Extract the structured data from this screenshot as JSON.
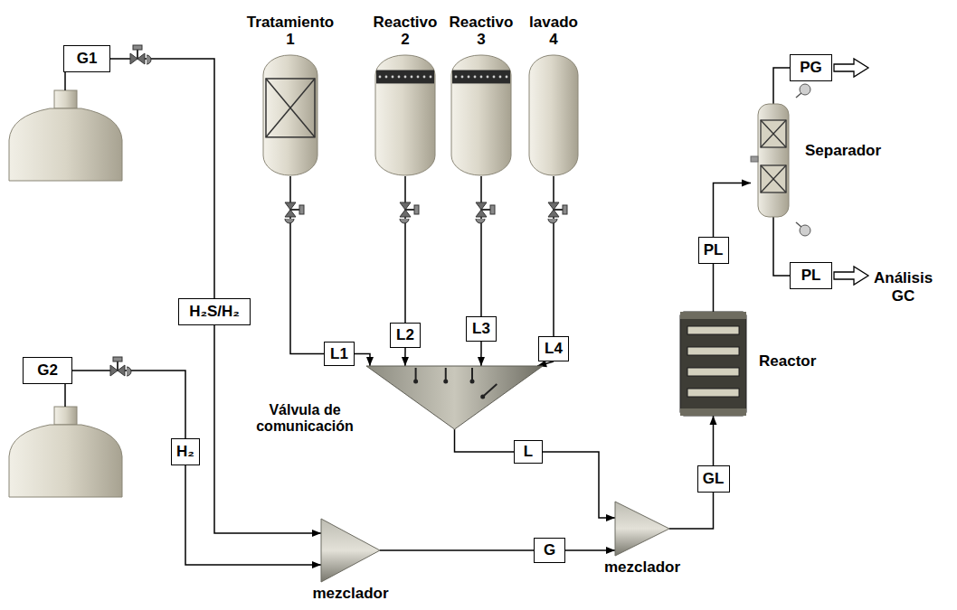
{
  "diagram": {
    "nodes": [
      {
        "text": [
          "Tratamiento 1"
        ]
      },
      {
        "text": [
          "Reactivo 2"
        ]
      },
      {
        "text": [
          "Reactivo 3"
        ]
      },
      {
        "text": [
          "lavado 4"
        ]
      },
      {
        "text": [
          "G1"
        ]
      },
      {
        "text": [
          "PG"
        ]
      },
      {
        "text": [
          "Separador"
        ]
      },
      {
        "text": [
          "PL"
        ]
      },
      {
        "text": [
          "PL"
        ]
      },
      {
        "text": [
          "Reactor"
        ]
      },
      {
        "text": [
          "G2"
        ]
      },
      {
        "text": [
          "H₂S/H₂"
        ]
      },
      {
        "text": [
          "L1"
        ]
      },
      {
        "text": [
          "L2"
        ]
      },
      {
        "text": [
          "L3"
        ]
      },
      {
        "text": [
          "L4"
        ]
      },
      {
        "text": [
          "Válvula de comunicación"
        ]
      },
      {
        "text": [
          "L"
        ]
      },
      {
        "text": [
          "GL"
        ]
      },
      {
        "text": [
          "G"
        ]
      },
      {
        "text": [
          "mezclador"
        ]
      },
      {
        "text": [
          "mezclador"
        ]
      },
      {
        "text": [
          "H₂"
        ]
      }
    ],
    "edges": [
      {
        "from": 4,
        "to": 11,
        "arrow": "none"
      },
      {
        "from": 11,
        "to": 20,
        "arrow": "to"
      },
      {
        "from": 10,
        "to": 22,
        "arrow": "none"
      },
      {
        "from": 22,
        "to": 20,
        "arrow": "to"
      },
      {
        "from": 0,
        "to": 12,
        "arrow": "none"
      },
      {
        "from": 12,
        "to": 16,
        "arrow": "to"
      },
      {
        "from": 1,
        "to": 13,
        "arrow": "none"
      },
      {
        "from": 13,
        "to": 16,
        "arrow": "to"
      },
      {
        "from": 2,
        "to": 14,
        "arrow": "none"
      },
      {
        "from": 14,
        "to": 16,
        "arrow": "to"
      },
      {
        "from": 3,
        "to": 15,
        "arrow": "none"
      },
      {
        "from": 15,
        "to": 16,
        "arrow": "to"
      },
      {
        "from": 16,
        "to": 17,
        "arrow": "none"
      },
      {
        "from": 17,
        "to": 21,
        "arrow": "to"
      },
      {
        "from": 20,
        "to": 19,
        "arrow": "none"
      },
      {
        "from": 19,
        "to": 21,
        "arrow": "to"
      },
      {
        "from": 21,
        "to": 18,
        "arrow": "none"
      },
      {
        "from": 18,
        "to": 9,
        "arrow": "to"
      },
      {
        "from": 9,
        "to": 7,
        "arrow": "none"
      },
      {
        "from": 7,
        "to": 6,
        "arrow": "to"
      },
      {
        "from": 6,
        "to": 5,
        "arrow": "none"
      },
      {
        "from": 6,
        "to": 8,
        "arrow": "none"
      }
    ],
    "labels": [
      "Análisis GC"
    ]
  }
}
